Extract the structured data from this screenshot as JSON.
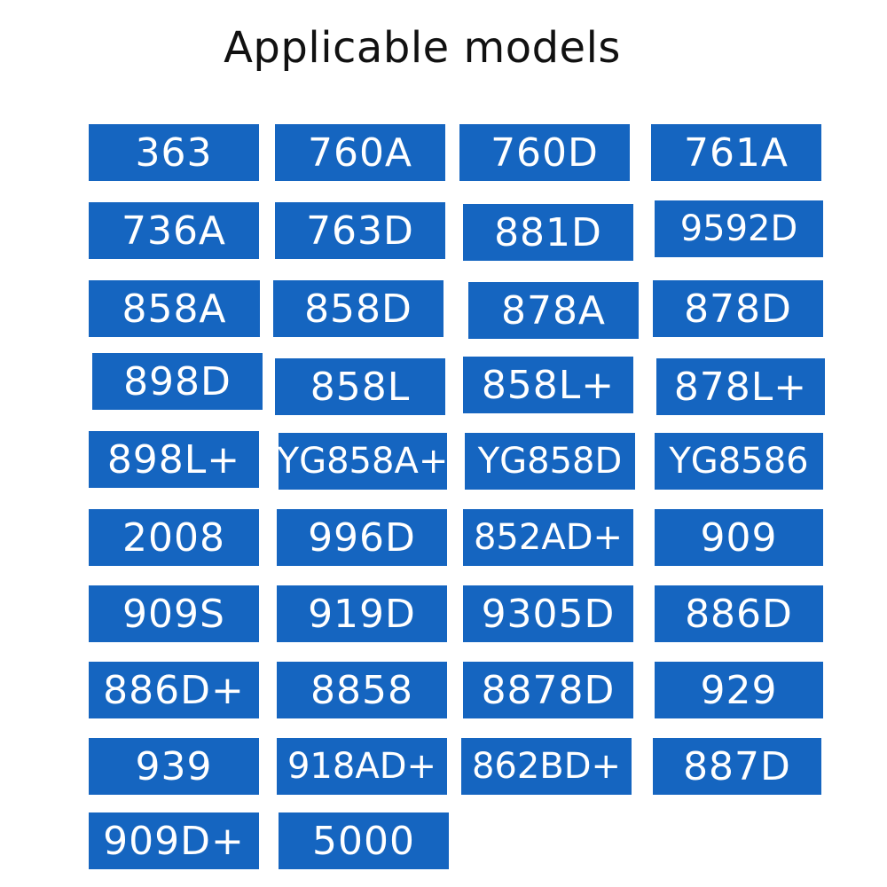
{
  "title": "Applicable models",
  "models": [
    [
      "363",
      "760A",
      "760D",
      "761A"
    ],
    [
      "736A",
      "763D",
      "881D",
      "9592D"
    ],
    [
      "858A",
      "858D",
      "878A",
      "878D"
    ],
    [
      "898D",
      "858L",
      "858L+",
      "878L+"
    ],
    [
      "898L+",
      "YG858A+",
      "YG858D",
      "YG8586"
    ],
    [
      "2008",
      "996D",
      "852AD+",
      "909"
    ],
    [
      "909S",
      "919D",
      "9305D",
      "886D"
    ],
    [
      "886D+",
      "8858",
      "8878D",
      "929"
    ],
    [
      "939",
      "918AD+",
      "862BD+",
      "887D"
    ],
    [
      "909D+",
      "5000"
    ]
  ],
  "colors": {
    "tile_background": "#1565c0",
    "tile_text": "#ffffff",
    "title_text": "#111111"
  }
}
